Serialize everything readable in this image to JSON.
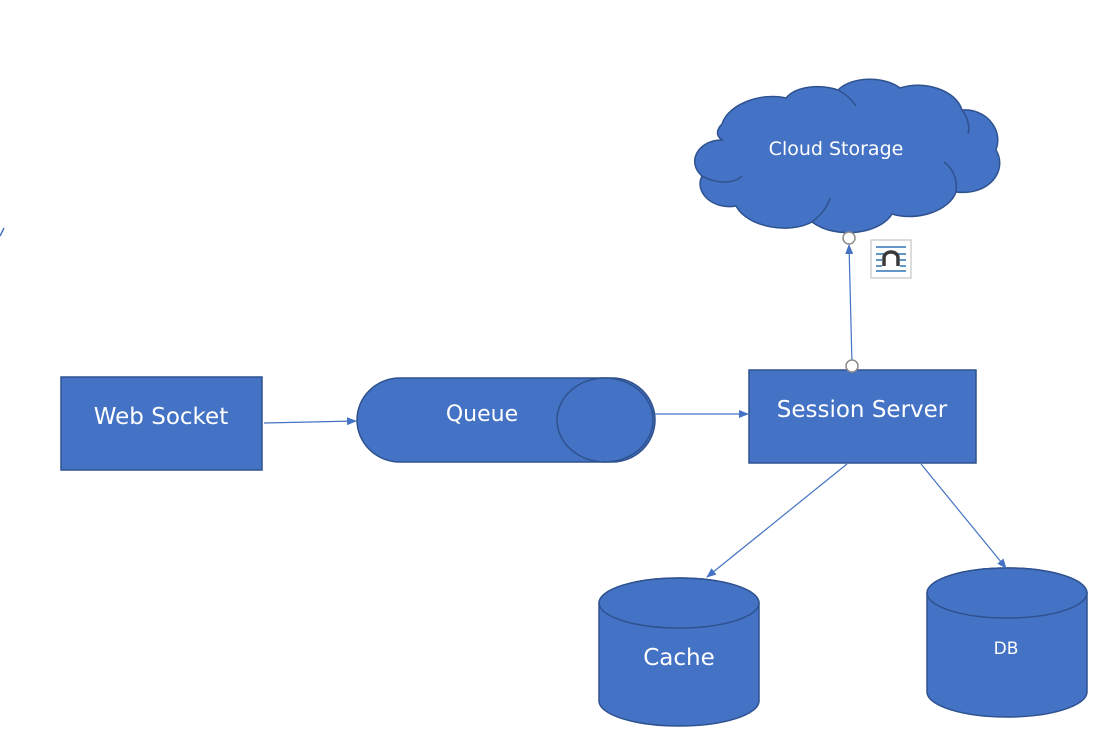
{
  "diagram": {
    "nodes": {
      "web_socket": {
        "label": "Web Socket"
      },
      "queue": {
        "label": "Queue"
      },
      "session_server": {
        "label": "Session Server"
      },
      "cloud_storage": {
        "label": "Cloud Storage"
      },
      "cache": {
        "label": "Cache"
      },
      "db": {
        "label": "DB"
      }
    },
    "edges": [
      {
        "from": "Web Socket",
        "to": "Queue"
      },
      {
        "from": "Queue",
        "to": "Session Server"
      },
      {
        "from": "Session Server",
        "to": "Cloud Storage"
      },
      {
        "from": "Session Server",
        "to": "Cache"
      },
      {
        "from": "Session Server",
        "to": "DB"
      }
    ]
  },
  "colors": {
    "fill": "#4472C4",
    "stroke": "#2F528F",
    "connector": "#4472C4",
    "label": "#FFFFFF"
  },
  "icons": {
    "layout_options": "layout-options-icon",
    "handle": "connector-handle-icon"
  }
}
